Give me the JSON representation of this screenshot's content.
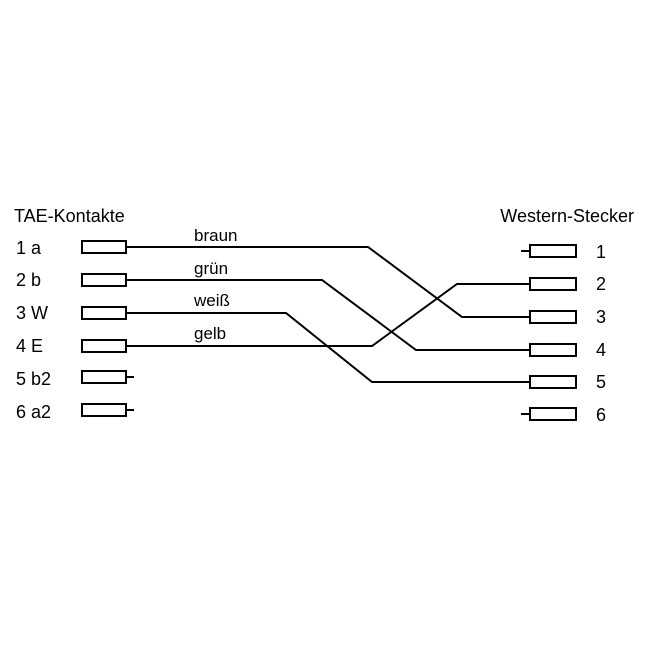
{
  "left": {
    "heading": "TAE-Kontakte",
    "pins": [
      "1 a",
      "2 b",
      "3 W",
      "4 E",
      "5 b2",
      "6 a2"
    ]
  },
  "right": {
    "heading": "Western-Stecker",
    "pins": [
      "1",
      "2",
      "3",
      "4",
      "5",
      "6"
    ]
  },
  "wires": [
    {
      "label": "braun",
      "from": 1,
      "to": 3
    },
    {
      "label": "grün",
      "from": 2,
      "to": 4
    },
    {
      "label": "weiß",
      "from": 3,
      "to": 5
    },
    {
      "label": "gelb",
      "from": 4,
      "to": 2
    }
  ]
}
